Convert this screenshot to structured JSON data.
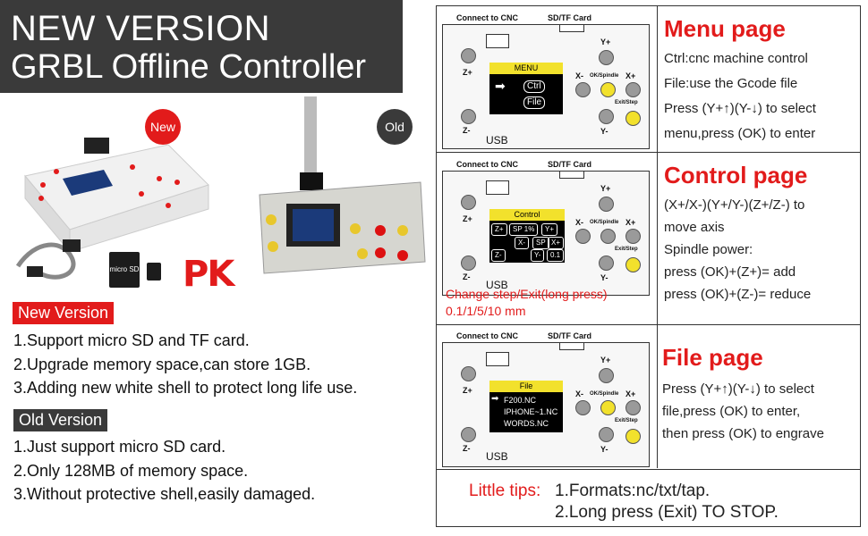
{
  "header": {
    "line1": "NEW VERSION",
    "line2": "GRBL Offline Controller"
  },
  "photo": {
    "new_badge": "New",
    "old_badge": "Old",
    "pk": "PK",
    "sd_card": "micro SD"
  },
  "new_version": {
    "label": "New Version",
    "items": [
      "1.Support micro SD and TF card.",
      "2.Upgrade memory space,can store 1GB.",
      "3.Adding new white shell to protect long life use."
    ]
  },
  "old_version": {
    "label": "Old Version",
    "items": [
      "1.Just support micro SD card.",
      "2.Only 128MB of memory space.",
      "3.Without protective shell,easily damaged."
    ]
  },
  "diagram": {
    "connect": "Connect to CNC",
    "sdtf": "SD/TF Card",
    "zplus": "Z+",
    "zminus": "Z-",
    "yplus": "Y+",
    "yminus": "Y-",
    "xminus": "X-",
    "xplus": "X+",
    "ok": "OK/Spindle",
    "exit": "Exit/Step",
    "usb": "USB"
  },
  "menu_page": {
    "screen_title": "MENU",
    "items": [
      "Ctrl",
      "File"
    ],
    "title": "Menu page",
    "lines": [
      "Ctrl:cnc machine control",
      "File:use the Gcode file",
      "Press (Y+↑)(Y-↓) to select",
      "menu,press (OK) to enter"
    ]
  },
  "control_page": {
    "screen_title": "Control",
    "row1": [
      "Z+",
      "SP 1%",
      "Y+"
    ],
    "row2": [
      "X-",
      "SP",
      "X+"
    ],
    "row3": [
      "Z-",
      "Y-",
      "0.1"
    ],
    "title": "Control page",
    "lines": [
      "(X+/X-)(Y+/Y-)(Z+/Z-) to",
      "move axis",
      "Spindle power:",
      "press (OK)+(Z+)= add",
      "press (OK)+(Z-)= reduce"
    ],
    "note1": "Change step/Exit(long press)",
    "note2": "0.1/1/5/10 mm"
  },
  "file_page": {
    "screen_title": "File",
    "files": [
      "F200.NC",
      "IPHONE~1.NC",
      "WORDS.NC"
    ],
    "title": "File page",
    "lines": [
      "Press (Y+↑)(Y-↓) to select",
      "file,press (OK) to enter,",
      "then press (OK) to engrave"
    ]
  },
  "tips": {
    "label": "Little tips:",
    "line1": "1.Formats:nc/txt/tap.",
    "line2": "2.Long press (Exit) TO STOP."
  },
  "colors": {
    "accent": "#e21b1b",
    "header_bg": "#3a3a3a",
    "button_yellow": "#f2e12c",
    "tag_dark": "#3a3a3a"
  }
}
